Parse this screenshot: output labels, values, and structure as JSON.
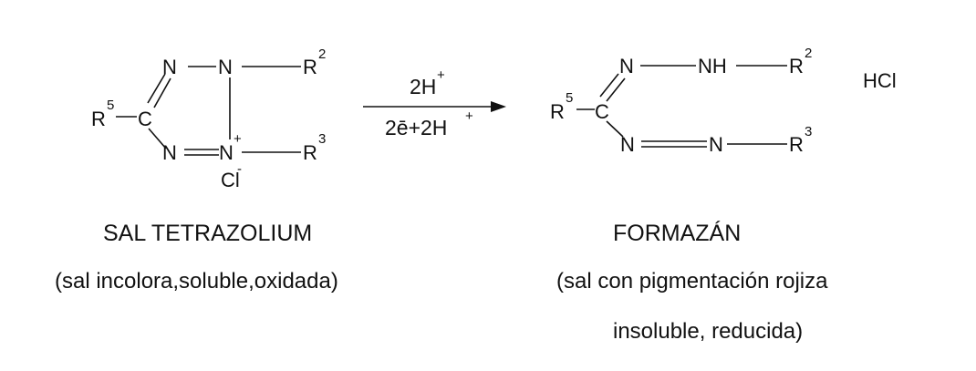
{
  "reactant": {
    "name": "SAL TETRAZOLIUM",
    "description": "(sal incolora,soluble,oxidada)",
    "atoms": {
      "r5": "R",
      "r5_sup": "5",
      "c": "C",
      "n_top_left": "N",
      "n_top_right": "N",
      "r2": "R",
      "r2_sup": "2",
      "n_bottom_left": "N",
      "n_plus": "N",
      "plus_sign": "+",
      "r3": "R",
      "r3_sup": "3",
      "cl": "Cl",
      "cl_sup": "-"
    }
  },
  "reaction": {
    "above_arrow": {
      "main": "2H",
      "sup": "+"
    },
    "below_arrow": {
      "main": "2ē+2H",
      "sup": "+"
    }
  },
  "product": {
    "name": "FORMAZÁN",
    "description_line1": "(sal con pigmentación rojiza",
    "description_line2": "insoluble, reducida)",
    "atoms": {
      "r5": "R",
      "r5_sup": "5",
      "c": "C",
      "n_top": "N",
      "nh": "NH",
      "r2": "R",
      "r2_sup": "2",
      "hcl": "HCl",
      "n_bottom_left": "N",
      "n_bottom_right": "N",
      "r3": "R",
      "r3_sup": "3"
    }
  }
}
